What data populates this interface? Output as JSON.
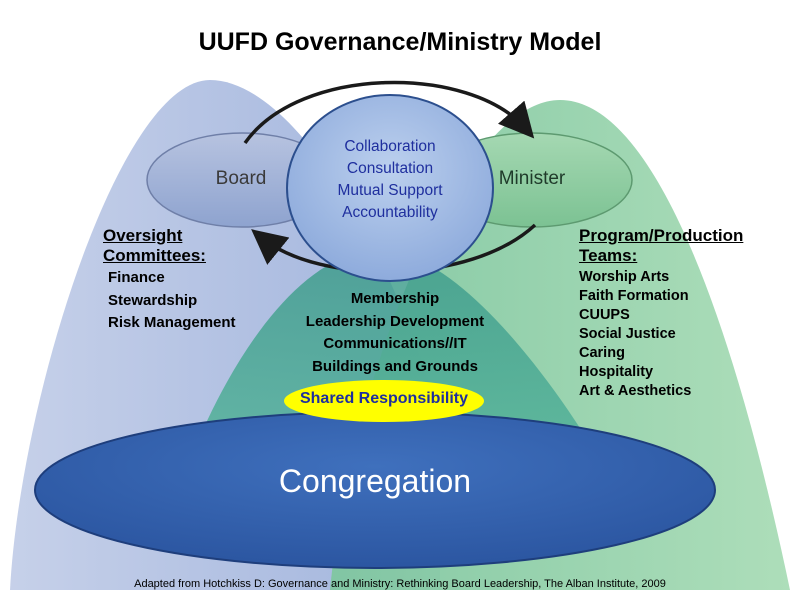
{
  "title": "UUFD Governance/Ministry Model",
  "board": {
    "label": "Board"
  },
  "minister": {
    "label": "Minister"
  },
  "center": {
    "lines": [
      "Collaboration",
      "Consultation",
      "Mutual Support",
      "Accountability"
    ]
  },
  "oversight": {
    "heading_line1": "Oversight",
    "heading_line2": "Committees:",
    "items": [
      "Finance",
      "Stewardship",
      "Risk Management"
    ]
  },
  "program": {
    "heading_line1": "Program/Production",
    "heading_line2": "Teams:",
    "items": [
      "Worship Arts",
      "Faith Formation",
      "CUUPS",
      "Social Justice",
      "Caring",
      "Hospitality",
      "Art & Aesthetics"
    ]
  },
  "shared_area": {
    "items": [
      "Membership",
      "Leadership Development",
      "Communications//IT",
      "Buildings and Grounds"
    ],
    "label": "Shared Responsibility"
  },
  "congregation": {
    "label": "Congregation"
  },
  "caption": "Adapted from Hotchkiss D: Governance and Ministry: Rethinking Board Leadership, The Alban Institute, 2009",
  "colors": {
    "board_fill": "#aebcde",
    "minister_fill": "#8fcfa4",
    "center_fill": "#9db8e2",
    "congregation_fill": "#3361ad",
    "shared_highlight": "#ffff00",
    "text_blue": "#1f2f9e"
  }
}
